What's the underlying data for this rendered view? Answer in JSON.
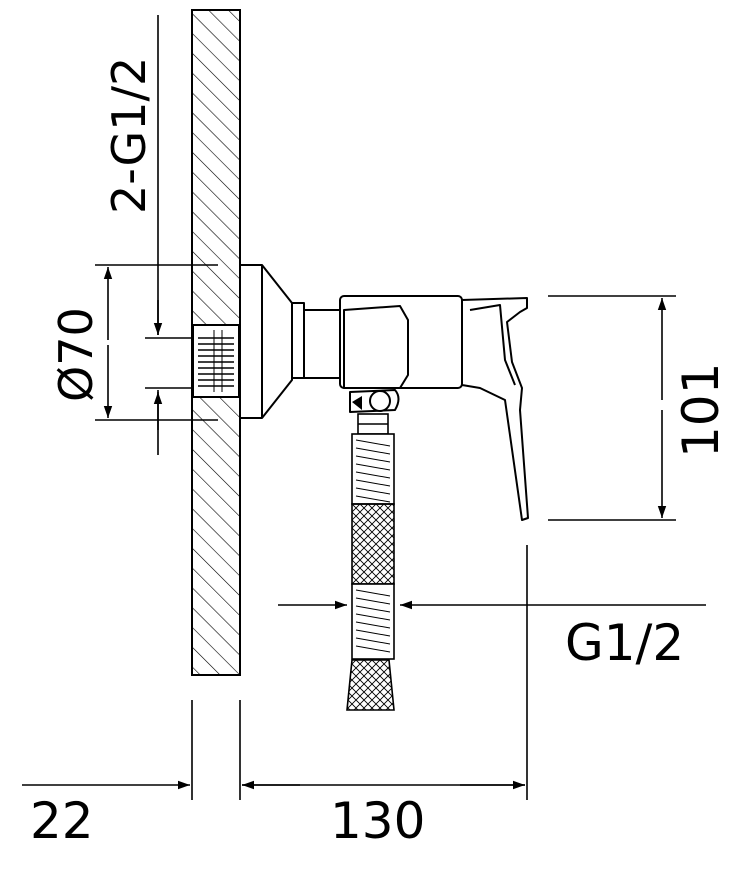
{
  "dimensions": {
    "inlet_thread": "2-G1/2",
    "flange_diameter": "Ø70",
    "body_height": "101",
    "outlet_thread": "G1/2",
    "wall_depth": "22",
    "projection": "130"
  },
  "colors": {
    "line": "#000000",
    "background": "#ffffff"
  }
}
